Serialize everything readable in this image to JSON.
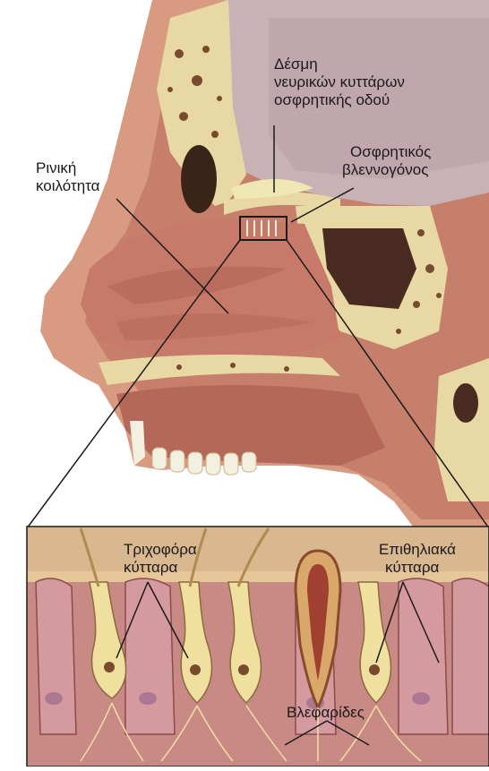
{
  "labels": {
    "nerve_bundle": [
      "Δέσμη",
      "νευρικών κυττάρων",
      "οσφρητικής οδού"
    ],
    "olfactory_mucosa": [
      "Οσφρητικός",
      "βλεννογόνος"
    ],
    "nasal_cavity": [
      "Ρινική",
      "κοιλότητα"
    ],
    "hair_cells": [
      "Τριχοφόρα",
      "κύτταρα"
    ],
    "epithelial_cells": [
      "Επιθηλιακά",
      "κύτταρα"
    ],
    "cilia": [
      "Βλεφαρίδες"
    ]
  },
  "colors": {
    "skin": "#d99a82",
    "flesh_dark": "#b0604f",
    "cavity": "#c77a6a",
    "bone": "#e8d9a4",
    "marrow": "#7a4a2e",
    "brain": "#c9b2b6",
    "cell_pink": "#d59aa0",
    "cell_yellow": "#efe0a0",
    "line": "#1a1a1a"
  }
}
